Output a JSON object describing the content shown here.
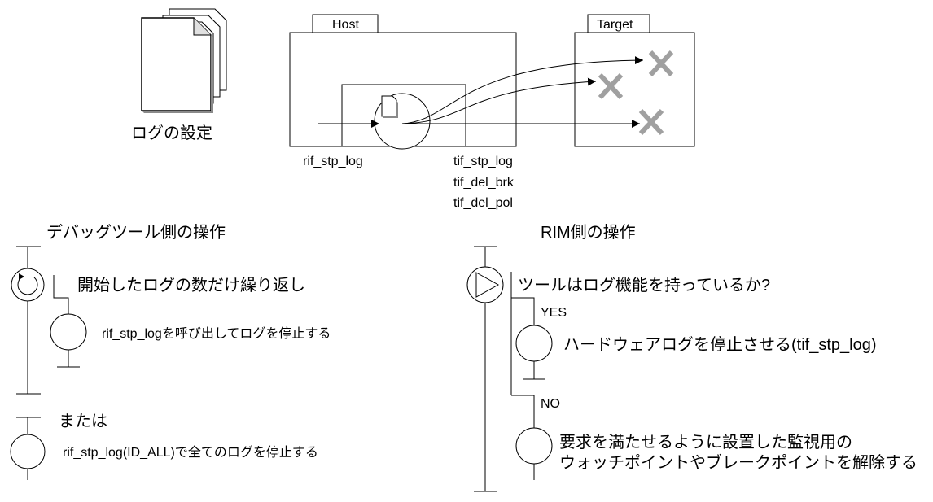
{
  "log_settings": {
    "title": "ログの設定",
    "icon": "stacked-documents-icon"
  },
  "host": {
    "label": "Host"
  },
  "target": {
    "label": "Target"
  },
  "api_labels": {
    "rif_stp_log": "rif_stp_log",
    "tif_stp_log": "tif_stp_log",
    "tif_del_brk": "tif_del_brk",
    "tif_del_pol": "tif_del_pol"
  },
  "debug_tool": {
    "title": "デバッグツール側の操作",
    "loop_label": "開始したログの数だけ繰り返し",
    "step_label": "rif_stp_logを呼び出してログを停止する",
    "or_label": "または",
    "all_label": "rif_stp_log(ID_ALL)で全てのログを停止する"
  },
  "rim": {
    "title": "RIM側の操作",
    "question": "ツールはログ機能を持っているか?",
    "yes_label": "YES",
    "yes_action": "ハードウェアログを停止させる(tif_stp_log)",
    "no_label": "NO",
    "no_action_line1": "要求を満たせるように設置した監視用の",
    "no_action_line2": "ウォッチポイントやブレークポイントを解除する"
  },
  "colors": {
    "line": "#000000",
    "cross": "#a0a0a0",
    "page_fill": "#ffffff",
    "page_shadow": "#8a8a8a"
  }
}
